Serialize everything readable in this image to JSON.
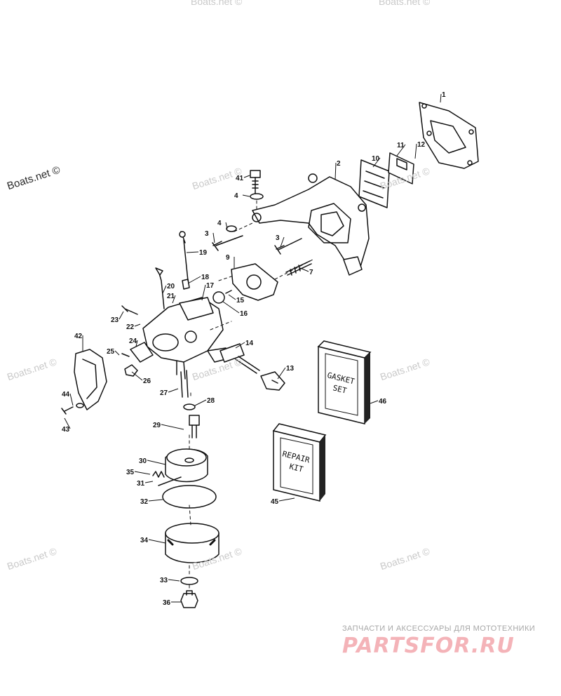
{
  "watermarks": {
    "main": "Boats.net ©",
    "faint": "Boats.net ©"
  },
  "banner": {
    "line": "ЗАПЧАСТИ И АКСЕССУАРЫ ДЛЯ МОТОТЕХНИКИ",
    "logo": "PARTSFOR.RU",
    "color": "#f4b3b8"
  },
  "boxes": {
    "gasket_set": [
      "GASKET",
      "SET"
    ],
    "repair_kit": [
      "REPAIR",
      "KIT"
    ]
  },
  "callouts": [
    "1",
    "2",
    "3",
    "3",
    "4",
    "4",
    "7",
    "9",
    "10",
    "11",
    "12",
    "13",
    "14",
    "15",
    "16",
    "17",
    "18",
    "19",
    "20",
    "21",
    "22",
    "23",
    "24",
    "25",
    "26",
    "27",
    "28",
    "29",
    "30",
    "31",
    "32",
    "33",
    "34",
    "35",
    "36",
    "41",
    "42",
    "43",
    "44",
    "45",
    "46"
  ]
}
